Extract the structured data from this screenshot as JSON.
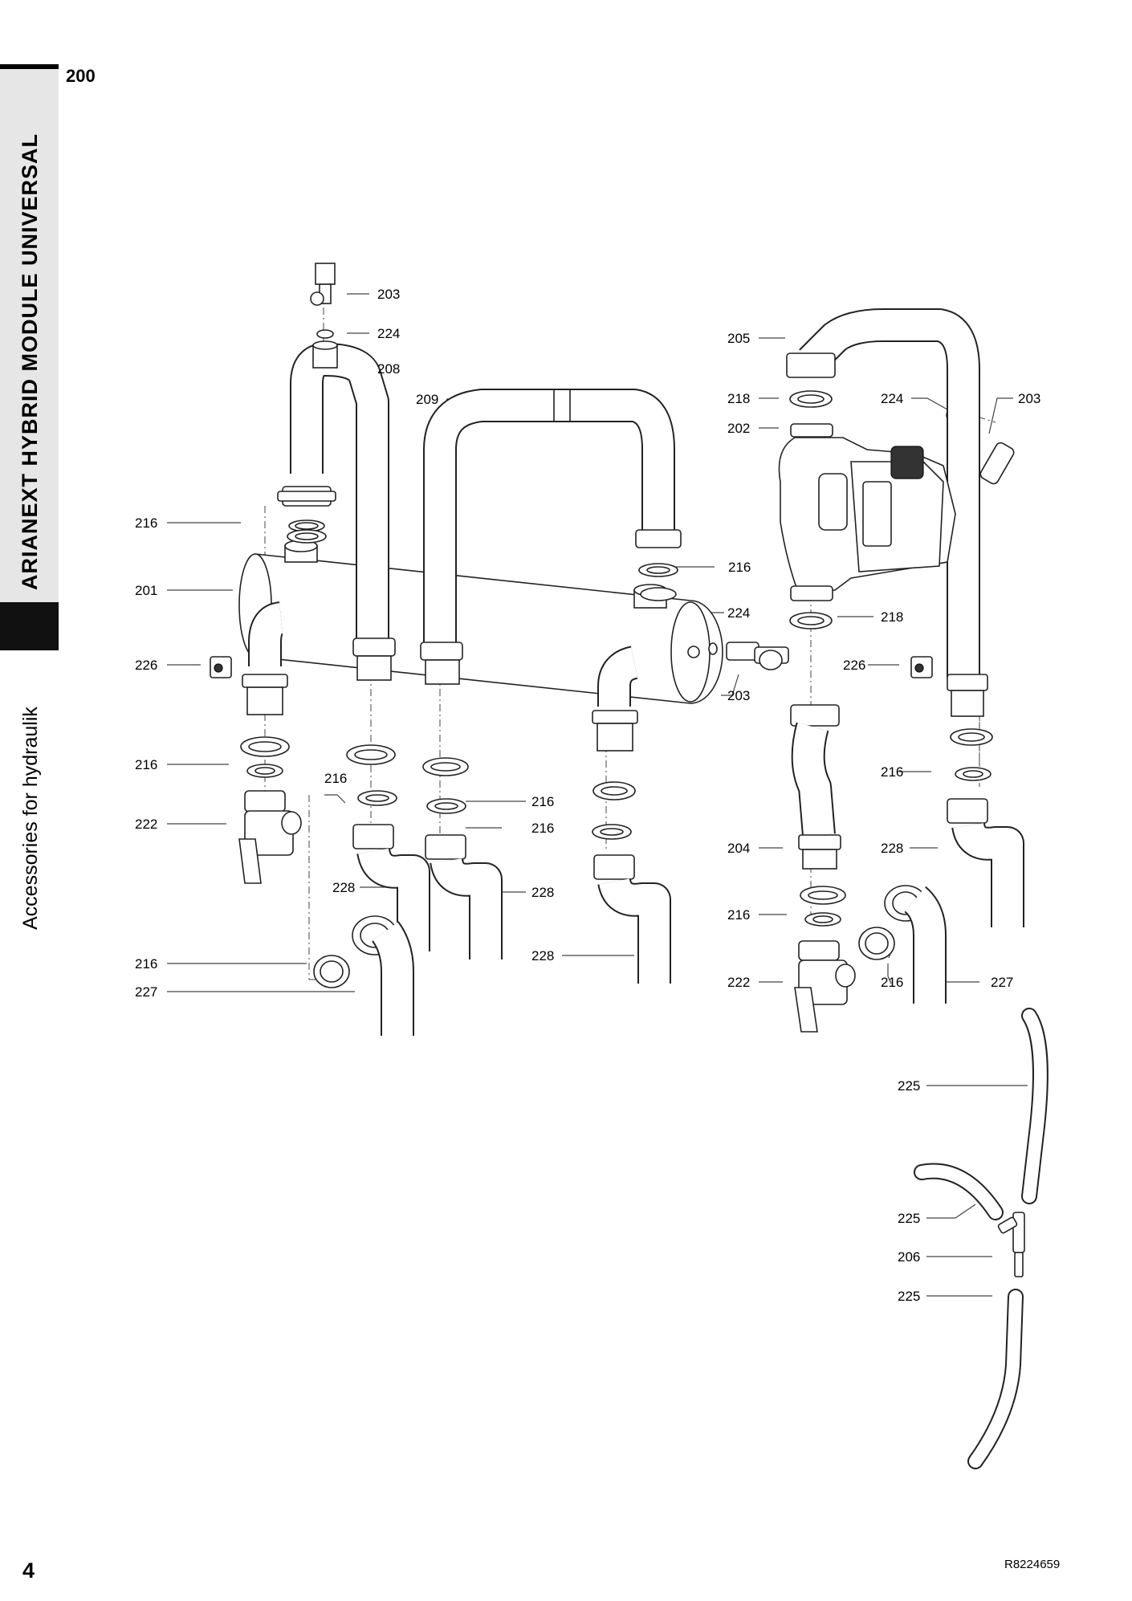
{
  "header": {
    "section_number": "200",
    "side_title": "ARIANEXT  HYBRID MODULE UNIVERSAL",
    "side_subtitle": "Accessories for hydraulik"
  },
  "footer": {
    "page_number": "4",
    "drawing_ref": "R8224659"
  },
  "callouts": {
    "c203a": "203",
    "c224a": "224",
    "c208": "208",
    "c209": "209",
    "c205": "205",
    "c218a": "218",
    "c224b": "224",
    "c203b": "203",
    "c202": "202",
    "c216a": "216",
    "c216b": "216",
    "c201": "201",
    "c224c": "224",
    "c218b": "218",
    "c226a": "226",
    "c226b": "226",
    "c203c": "203",
    "c216c": "216",
    "c216d": "216",
    "c216e": "216",
    "c216f": "216",
    "c216g": "216",
    "c222a": "222",
    "c228a": "228",
    "c228b": "228",
    "c228c": "228",
    "c204": "204",
    "c228d": "228",
    "c216h": "216",
    "c222b": "222",
    "c216i": "216",
    "c227a": "227",
    "c216j": "216",
    "c227b": "227",
    "c225a": "225",
    "c225b": "225",
    "c206": "206",
    "c225c": "225"
  }
}
